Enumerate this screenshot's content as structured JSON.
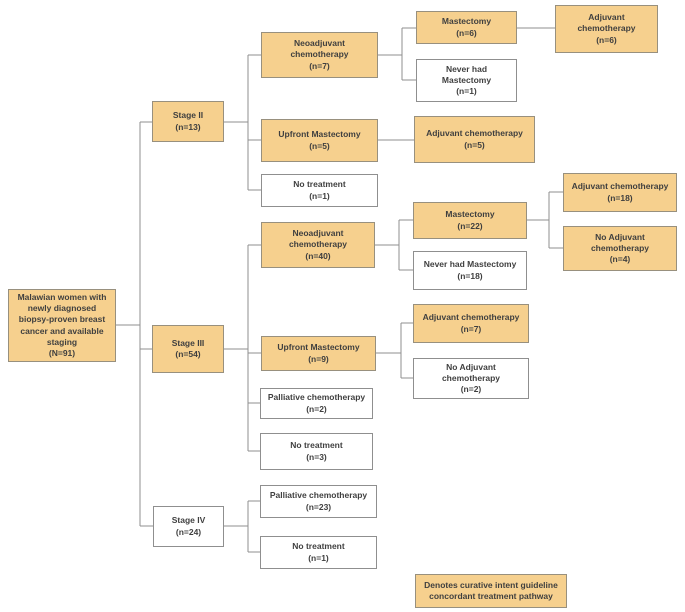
{
  "diagram": {
    "colors": {
      "highlight_fill": "#F6D08E",
      "plain_fill": "#FFFFFF",
      "border": "#8F8F8F",
      "connector": "#8F8F8F",
      "text": "#3F3F3F"
    },
    "nodes": {
      "root": {
        "label": "Malawian women with\nnewly diagnosed\nbiopsy-proven breast\ncancer and available\nstaging",
        "count": "(N=91)"
      },
      "stage2": {
        "label": "Stage II",
        "count": "(n=13)"
      },
      "stage3": {
        "label": "Stage III",
        "count": "(n=54)"
      },
      "stage4": {
        "label": "Stage IV",
        "count": "(n=24)"
      },
      "neo7": {
        "label": "Neoadjuvant\nchemotherapy",
        "count": "(n=7)"
      },
      "mast6": {
        "label": "Mastectomy",
        "count": "(n=6)"
      },
      "adj6": {
        "label": "Adjuvant\nchemotherapy",
        "count": "(n=6)"
      },
      "never1": {
        "label": "Never had\nMastectomy",
        "count": "(n=1)"
      },
      "upfront5": {
        "label": "Upfront Mastectomy",
        "count": "(n=5)"
      },
      "adj5": {
        "label": "Adjuvant chemotherapy",
        "count": "(n=5)"
      },
      "notreat1a": {
        "label": "No treatment",
        "count": "(n=1)"
      },
      "neo40": {
        "label": "Neoadjuvant\nchemotherapy",
        "count": "(n=40)"
      },
      "mast22": {
        "label": "Mastectomy",
        "count": "(n=22)"
      },
      "adj18": {
        "label": "Adjuvant chemotherapy",
        "count": "(n=18)"
      },
      "noadj4": {
        "label": "No Adjuvant\nchemotherapy",
        "count": "(n=4)"
      },
      "never18": {
        "label": "Never had Mastectomy",
        "count": "(n=18)"
      },
      "upfront9": {
        "label": "Upfront Mastectomy",
        "count": "(n=9)"
      },
      "adj7": {
        "label": "Adjuvant chemotherapy",
        "count": "(n=7)"
      },
      "noadj2": {
        "label": "No Adjuvant\nchemotherapy",
        "count": "(n=2)"
      },
      "pall2": {
        "label": "Palliative chemotherapy",
        "count": "(n=2)"
      },
      "notreat3": {
        "label": "No treatment",
        "count": "(n=3)"
      },
      "pall23": {
        "label": "Palliative chemotherapy",
        "count": "(n=23)"
      },
      "notreat1b": {
        "label": "No treatment",
        "count": "(n=1)"
      }
    },
    "legend": {
      "label": "Denotes curative intent guideline\nconcordant treatment pathway"
    }
  }
}
